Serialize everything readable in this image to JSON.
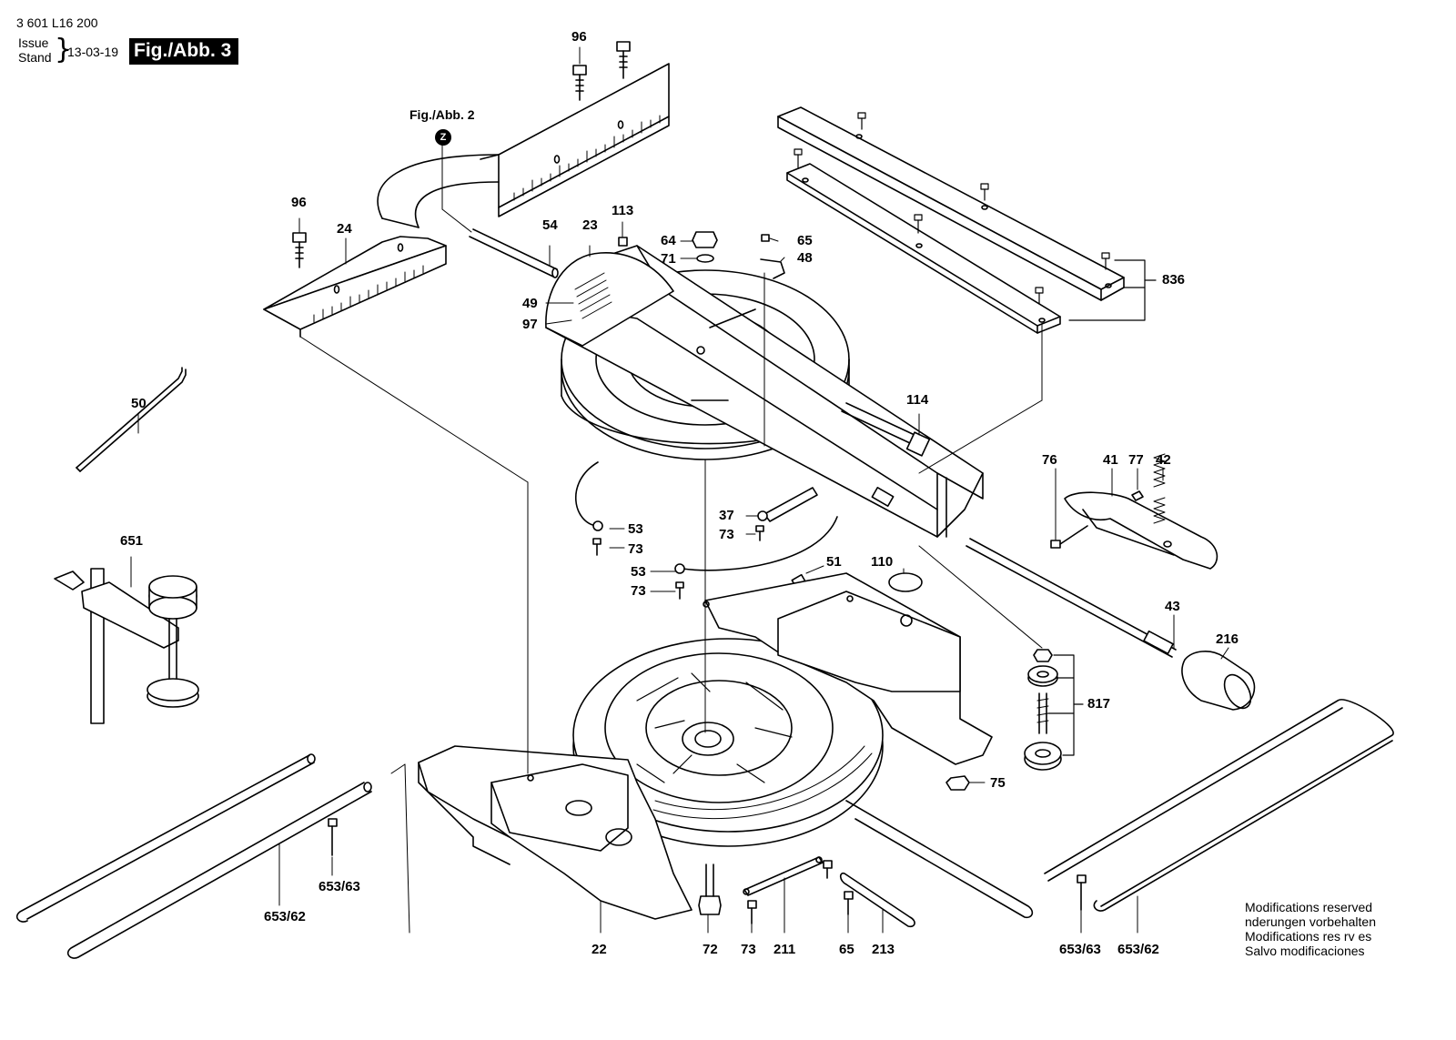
{
  "header": {
    "part_number": "3 601 L16 200",
    "issue_label": "Issue",
    "stand_label": "Stand",
    "date": "13-03-19",
    "figure": "Fig./Abb. 3"
  },
  "reference": {
    "label": "Fig./Abb. 2",
    "marker": "Z"
  },
  "callouts": {
    "c96a": "96",
    "c96b": "96",
    "c24": "24",
    "c54": "54",
    "c23": "23",
    "c113": "113",
    "c64": "64",
    "c71": "71",
    "c65a": "65",
    "c48": "48",
    "c836": "836",
    "c49": "49",
    "c97": "97",
    "c50": "50",
    "c114": "114",
    "c76": "76",
    "c41": "41",
    "c77": "77",
    "c42": "42",
    "c53a": "53",
    "c73a": "73",
    "c37": "37",
    "c73b": "73",
    "c651": "651",
    "c51": "51",
    "c110": "110",
    "c53b": "53",
    "c73c": "73",
    "c43": "43",
    "c216": "216",
    "c817": "817",
    "c75": "75",
    "c653_63a": "653/63",
    "c653_62a": "653/62",
    "c22": "22",
    "c72": "72",
    "c73d": "73",
    "c211": "211",
    "c65b": "65",
    "c213": "213",
    "c653_63b": "653/63",
    "c653_62b": "653/62"
  },
  "notes": [
    "Modifications reserved",
    " nderungen vorbehalten",
    "Modifications res rv es",
    "Salvo modificaciones"
  ]
}
